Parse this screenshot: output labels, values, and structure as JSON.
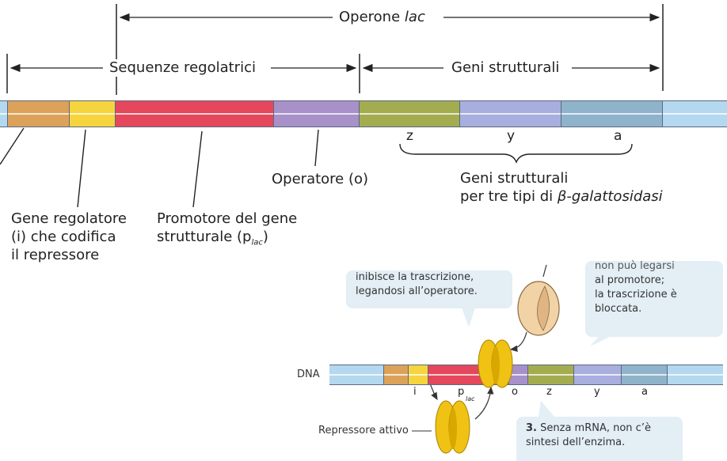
{
  "top": {
    "operon_label": "Operone",
    "operon_label_italic": "lac",
    "regulatory_label": "Sequenze regolatrici",
    "structural_label": "Geni strutturali",
    "gene_letters": [
      "z",
      "y",
      "a"
    ],
    "operator_label": "Operatore (o)",
    "struct_genes_line1": "Geni strutturali",
    "struct_genes_line2_prefix": "per tre tipi di ",
    "struct_genes_line2_italic": "β-galattosidasi",
    "regulator_lines": [
      "Gene regolatore",
      "(i) che codifica",
      "il repressore"
    ],
    "promoter_line1": "Promotore del gene",
    "promoter_line2_prefix": "strutturale (p",
    "promoter_line2_sub": "lac",
    "promoter_line2_suffix": ")"
  },
  "bottom": {
    "bubble_left_lines": [
      "inibisce la trascrizione,",
      "legandosi all’operatore."
    ],
    "bubble_right_lines": [
      "non può legarsi",
      "al promotore;",
      "la trascrizione è",
      "bloccata."
    ],
    "dna_label": "DNA",
    "segment_letters": [
      "i",
      "p",
      "o",
      "z",
      "y",
      "a"
    ],
    "p_sub": "lac",
    "repressor_label": "Repressore attivo",
    "bubble3_number": "3.",
    "bubble3_line1": "Senza mRNA, non c’è",
    "bubble3_line2": "sintesi dell’enzima."
  },
  "colors": {
    "regulator": "#dca25a",
    "regulator_yellow": "#f6d43e",
    "promoter": "#e5475c",
    "operator": "#a890c8",
    "gene_z": "#a4ac50",
    "gene_y": "#a8aede",
    "gene_a": "#8fb3cb",
    "dna_blue": "#b4d8ef",
    "repressor": "#f0c214",
    "bubble": "#e3eef5"
  }
}
